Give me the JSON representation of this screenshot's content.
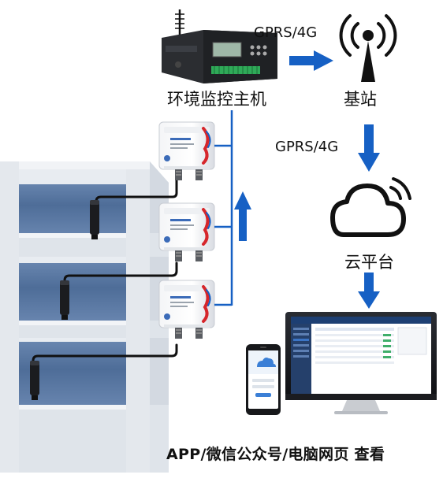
{
  "labels": {
    "monitor_host": "环境监控主机",
    "base_station": "基站",
    "link_uplink": "GPRS/4G",
    "link_downlink": "GPRS/4G",
    "cloud_platform": "云平台",
    "access_methods": "APP/微信公众号/电脑网页 查看"
  },
  "colors": {
    "arrow_blue": "#1660c4",
    "wire_blue": "#1660c4",
    "sensor_red": "#d6262b",
    "tank_water": "#5a78a3",
    "tank_wall": "#dde2e8",
    "screen_bg": "#1d3f73"
  },
  "icons": [
    "antenna-tower-icon",
    "cloud-wifi-icon",
    "ph-probe-icon"
  ]
}
